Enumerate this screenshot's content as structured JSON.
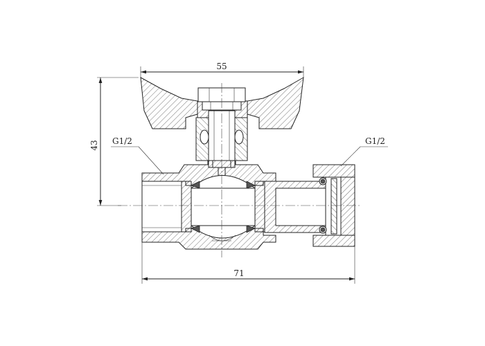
{
  "drawing": {
    "dimensions": {
      "handle_width": "55",
      "height": "43",
      "total_length": "71"
    },
    "thread_labels": {
      "left": "G1/2",
      "right": "G1/2"
    }
  }
}
